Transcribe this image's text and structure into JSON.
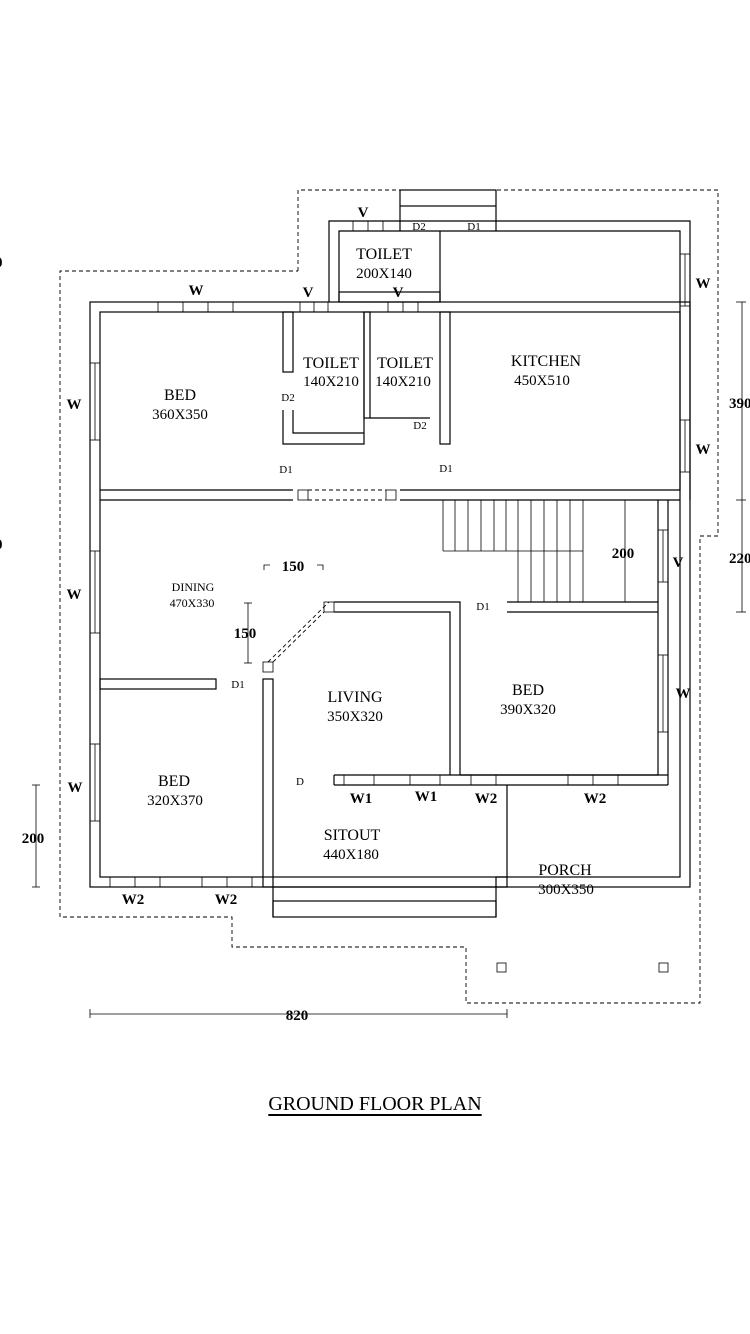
{
  "title": "GROUND FLOOR PLAN",
  "rooms": {
    "toilet_top": {
      "name": "TOILET",
      "size": "200X140"
    },
    "toilet_a": {
      "name": "TOILET",
      "size": "140X210"
    },
    "toilet_b": {
      "name": "TOILET",
      "size": "140X210"
    },
    "kitchen": {
      "name": "KITCHEN",
      "size": "450X510"
    },
    "bed_nw": {
      "name": "BED",
      "size": "360X350"
    },
    "dining": {
      "name": "DINING",
      "size": "470X330"
    },
    "bed_sw": {
      "name": "BED",
      "size": "320X370"
    },
    "living": {
      "name": "LIVING",
      "size": "350X320"
    },
    "bed_e": {
      "name": "BED",
      "size": "390X320"
    },
    "sitout": {
      "name": "SITOUT",
      "size": "440X180"
    },
    "porch": {
      "name": "PORCH",
      "size": "300X350"
    }
  },
  "doors": {
    "d2_top": "D2",
    "d1_top": "D1",
    "d2_left": "D2",
    "d2_mid": "D2",
    "d1_bed": "D1",
    "d1_kitchen": "D1",
    "d1_bed_e": "D1",
    "d1_bed_sw": "D1",
    "d_living": "D"
  },
  "windows": {
    "v_top": "V",
    "w_bed_top": "W",
    "v_toilet_a": "V",
    "v_toilet_b": "V",
    "w_kitchen_top": "W",
    "w_kitchen_bottom": "W",
    "w_bed_left": "W",
    "w_dining_left": "W",
    "w_bed_sw_left": "W",
    "v_stair": "V",
    "w_bed_e": "W",
    "w1_a": "W1",
    "w1_b": "W1",
    "w2_a": "W2",
    "w2_b": "W2",
    "w2_c": "W2",
    "w2_d": "W2"
  },
  "dimensions": {
    "d150_h": "150",
    "d150_v": "150",
    "d200_stair": "200",
    "d820": "820",
    "d200_left": "200",
    "d390_right": "390",
    "d220_right": "220",
    "left_edge_top": "0",
    "left_edge_mid": "0"
  }
}
